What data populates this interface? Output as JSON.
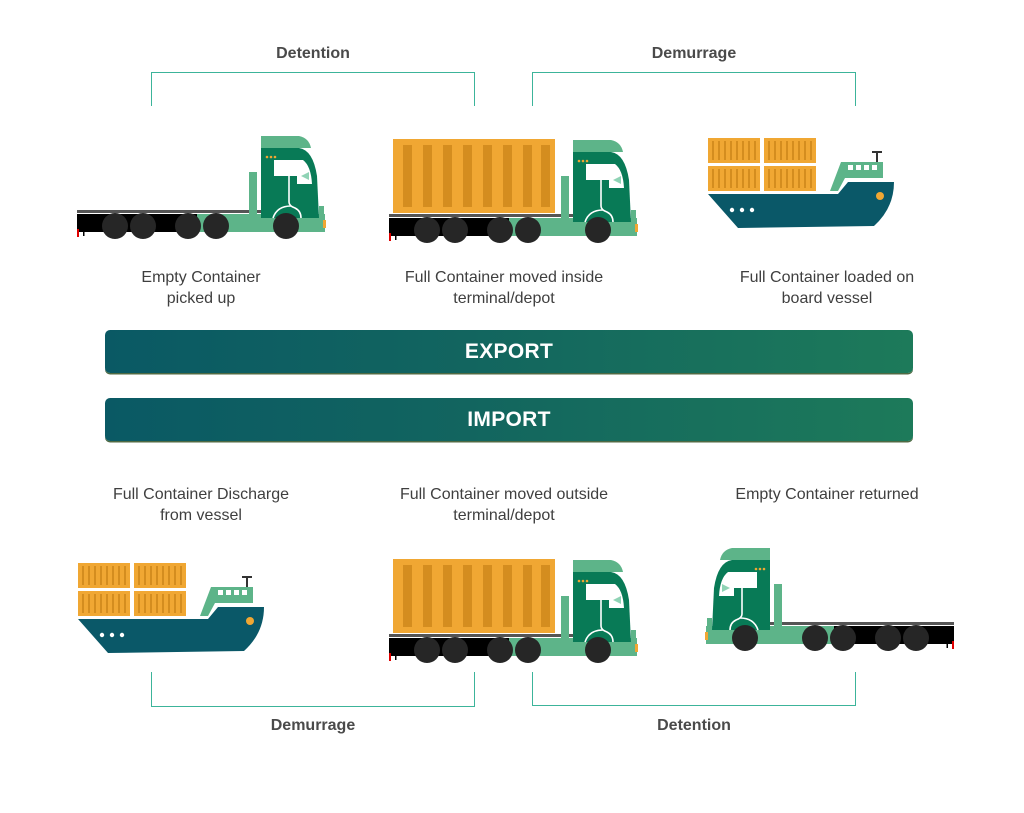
{
  "colors": {
    "bracket": "#3cb49a",
    "bar_start": "#0a5964",
    "bar_end": "#1d7a5a",
    "cab_dark": "#087a56",
    "cab_light": "#5db489",
    "container": "#f0a733",
    "container_stripe": "#d48d1f",
    "hull": "#0a5868",
    "wheel": "#262626"
  },
  "export": {
    "bar_label": "EXPORT",
    "brackets": [
      {
        "label": "Detention"
      },
      {
        "label": "Demurrage"
      }
    ],
    "steps": [
      {
        "label_line1": "Empty Container",
        "label_line2": "picked up",
        "icon": "truck-empty-icon"
      },
      {
        "label_line1": "Full Container moved inside",
        "label_line2": "terminal/depot",
        "icon": "truck-container-icon"
      },
      {
        "label_line1": "Full Container loaded on",
        "label_line2": "board vessel",
        "icon": "ship-icon"
      }
    ]
  },
  "import": {
    "bar_label": "IMPORT",
    "brackets": [
      {
        "label": "Demurrage"
      },
      {
        "label": "Detention"
      }
    ],
    "steps": [
      {
        "label_line1": "Full Container Discharge",
        "label_line2": "from vessel",
        "icon": "ship-icon"
      },
      {
        "label_line1": "Full Container moved outside",
        "label_line2": "terminal/depot",
        "icon": "truck-container-icon"
      },
      {
        "label_line1": "Empty Container returned",
        "label_line2": "",
        "icon": "truck-empty-icon"
      }
    ]
  }
}
